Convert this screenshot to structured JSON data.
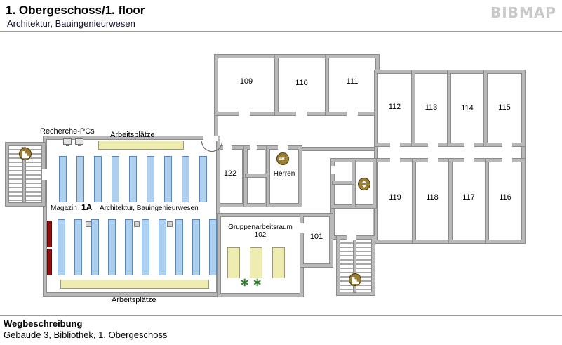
{
  "header": {
    "title": "1. Obergeschoss/1. floor",
    "subtitle": "Architektur, Bauingenieurwesen",
    "logo": "BIBMAP"
  },
  "footer": {
    "heading": "Wegbeschreibung",
    "text": "Gebäude 3, Bibliothek, 1. Obergeschoss"
  },
  "plan": {
    "rooms": {
      "r109": "109",
      "r110": "110",
      "r111": "111",
      "r112": "112",
      "r113": "113",
      "r114": "114",
      "r115": "115",
      "r116": "116",
      "r117": "117",
      "r118": "118",
      "r119": "119",
      "r122": "122",
      "r101": "101",
      "herren": "Herren",
      "group_room_name": "Gruppenarbeitsraum",
      "group_room_number": "102"
    },
    "labels": {
      "recherche_pcs": "Recherche-PCs",
      "arbeitsplaetze": "Arbeitsplätze",
      "magazin": "Magazin",
      "shelf_code": "1A",
      "shelf_subject": "Architektur, Bauingenieurwesen"
    },
    "icons": {
      "wc": "WC",
      "plant": "∗"
    },
    "colors": {
      "wall": "#b8b8b8",
      "shelf_blue": "#aed0ee",
      "desk_yellow": "#efecb0",
      "accent_red": "#8e1010",
      "icon_brown": "#9b7d2f",
      "plant_green": "#2f7d2f"
    }
  }
}
